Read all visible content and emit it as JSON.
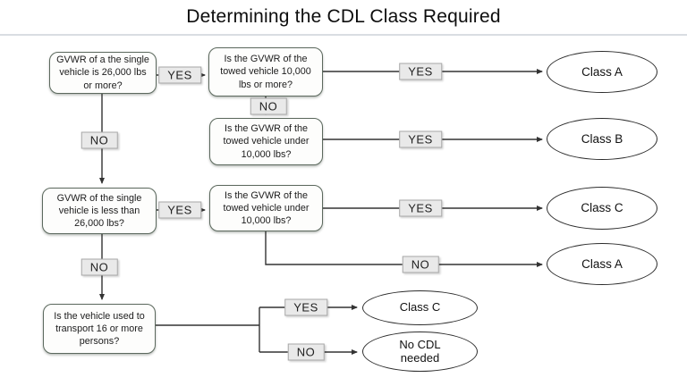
{
  "title": "Determining the CDL Class Required",
  "colors": {
    "background": "#ffffff",
    "box_border": "#5c695e",
    "ellipse_border": "#2c2c2c",
    "connector_line": "#333333",
    "edge_label_bg": "#e9e9e9",
    "edge_label_border": "#a8a8a8",
    "title_divider": "#d9dde2"
  },
  "nodes": {
    "q_single_26k_more": {
      "label": "GVWR of a the single vehicle is 26,000 lbs or more?"
    },
    "q_towed_10k_more": {
      "label": "Is the GVWR of the towed vehicle 10,000 lbs or more?"
    },
    "q_towed_under_10k_b": {
      "label": "Is the GVWR of the towed vehicle under 10,000 lbs?"
    },
    "q_single_less_26k": {
      "label": "GVWR of the single vehicle is less than 26,000 lbs?"
    },
    "q_towed_under_10k_c": {
      "label": "Is the GVWR of the towed vehicle under 10,000 lbs?"
    },
    "q_transport_16": {
      "label": "Is the vehicle used to transport 16 or more persons?"
    }
  },
  "outcomes": {
    "class_a_top": {
      "label": "Class A"
    },
    "class_b": {
      "label": "Class B"
    },
    "class_c_right": {
      "label": "Class C"
    },
    "class_a_bottom": {
      "label": "Class A"
    },
    "class_c_small": {
      "label": "Class C"
    },
    "no_cdl": {
      "label": "No CDL needed"
    }
  },
  "edges": [
    {
      "from": "q_single_26k_more",
      "to": "q_towed_10k_more",
      "label": "YES"
    },
    {
      "from": "q_towed_10k_more",
      "to": "class_a_top",
      "label": "YES"
    },
    {
      "from": "q_towed_10k_more",
      "to": "q_towed_under_10k_b",
      "label": "NO"
    },
    {
      "from": "q_towed_under_10k_b",
      "to": "class_b",
      "label": "YES"
    },
    {
      "from": "q_single_26k_more",
      "to": "q_single_less_26k",
      "label": "NO"
    },
    {
      "from": "q_single_less_26k",
      "to": "q_towed_under_10k_c",
      "label": "YES"
    },
    {
      "from": "q_towed_under_10k_c",
      "to": "class_c_right",
      "label": "YES"
    },
    {
      "from": "q_towed_under_10k_c",
      "to": "class_a_bottom",
      "label": "NO"
    },
    {
      "from": "q_single_less_26k",
      "to": "q_transport_16",
      "label": "NO"
    },
    {
      "from": "q_transport_16",
      "to": "class_c_small",
      "label": "YES"
    },
    {
      "from": "q_transport_16",
      "to": "no_cdl",
      "label": "NO"
    }
  ]
}
